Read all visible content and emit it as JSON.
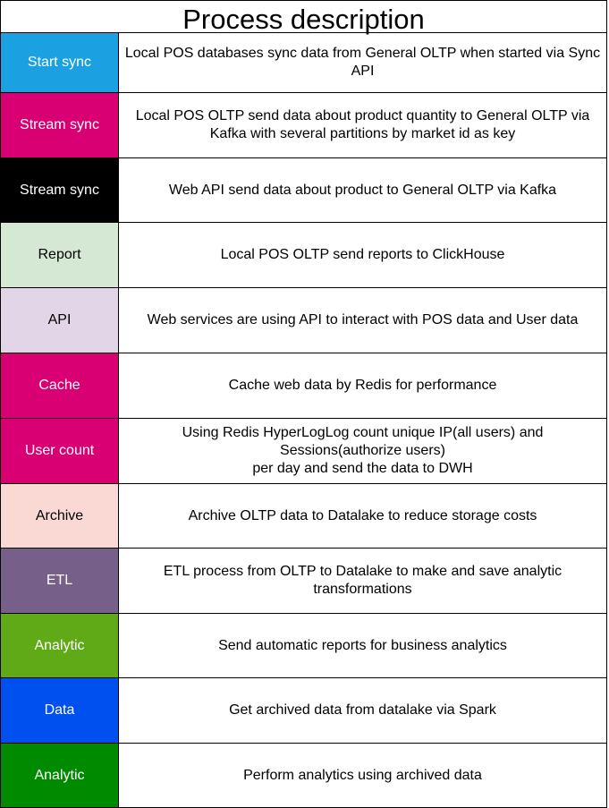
{
  "title": "Process description",
  "rows": [
    {
      "label": "Start sync",
      "description": "Local POS databases sync data from General OLTP when started via Sync API",
      "color": "#1ba1e2",
      "text_color": "#ffffff"
    },
    {
      "label": "Stream sync",
      "description": "Local POS OLTP send data about product quantity to General OLTP via Kafka with several partitions by market id as key",
      "color": "#d80073",
      "text_color": "#ffffff"
    },
    {
      "label": "Stream sync",
      "description": "Web API send data about product to General OLTP via Kafka",
      "color": "#000000",
      "text_color": "#ffffff"
    },
    {
      "label": "Report",
      "description": "Local POS OLTP send reports to ClickHouse",
      "color": "#d5e8d4",
      "text_color": "#000000"
    },
    {
      "label": "API",
      "description": "Web services are using API to interact with POS data and User data",
      "color": "#e1d5e7",
      "text_color": "#000000"
    },
    {
      "label": "Cache",
      "description": "Cache web data by Redis for performance",
      "color": "#d80073",
      "text_color": "#ffffff"
    },
    {
      "label": "User count",
      "description": "Using Redis HyperLogLog count unique IP(all users) and Sessions(authorize users)\nper day and send the data to DWH",
      "color": "#d80073",
      "text_color": "#ffffff"
    },
    {
      "label": "Archive",
      "description": "Archive OLTP data to Datalake to reduce storage costs",
      "color": "#fad9d5",
      "text_color": "#000000"
    },
    {
      "label": "ETL",
      "description": "ETL process from OLTP to Datalake to make and save analytic transformations",
      "color": "#76608a",
      "text_color": "#ffffff"
    },
    {
      "label": "Analytic",
      "description": "Send automatic reports for business analytics",
      "color": "#60a917",
      "text_color": "#ffffff"
    },
    {
      "label": "Data",
      "description": "Get archived data from datalake via Spark",
      "color": "#0050ef",
      "text_color": "#ffffff"
    },
    {
      "label": "Analytic",
      "description": "Perform analytics using archived data",
      "color": "#008a00",
      "text_color": "#ffffff"
    }
  ]
}
